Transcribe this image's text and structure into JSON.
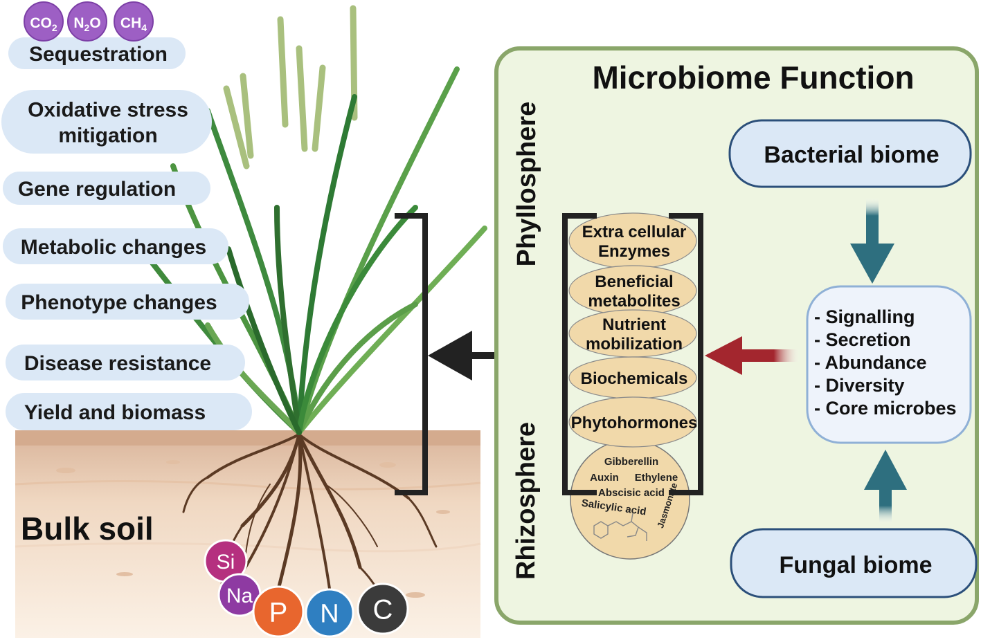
{
  "gases": [
    {
      "main": "CO",
      "sub": "2"
    },
    {
      "main": "N",
      "sub": "2",
      "tail": "O"
    },
    {
      "main": "CH",
      "sub": "4"
    }
  ],
  "benefits": [
    {
      "lines": [
        "Sequestration"
      ]
    },
    {
      "lines": [
        "Oxidative stress",
        "mitigation"
      ]
    },
    {
      "lines": [
        "Gene regulation"
      ]
    },
    {
      "lines": [
        "Metabolic changes"
      ]
    },
    {
      "lines": [
        "Phenotype changes"
      ]
    },
    {
      "lines": [
        "Disease resistance"
      ]
    },
    {
      "lines": [
        "Yield and biomass"
      ]
    }
  ],
  "soil_label": "Bulk soil",
  "nutrients": [
    {
      "symbol": "Si",
      "color": "#b5307f"
    },
    {
      "symbol": "Na",
      "color": "#8e3aa2"
    },
    {
      "symbol": "P",
      "color": "#e8662e"
    },
    {
      "symbol": "N",
      "color": "#2f7fc1"
    },
    {
      "symbol": "C",
      "color": "#3b3b3b"
    }
  ],
  "panel": {
    "title": "Microbiome Function",
    "phyllosphere": "Phyllosphere",
    "rhizosphere": "Rhizosphere",
    "bacterial": "Bacterial biome",
    "fungal": "Fungal biome",
    "functions": [
      "- Signalling",
      "- Secretion",
      "- Abundance",
      "- Diversity",
      "- Core microbes"
    ],
    "products": [
      {
        "lines": [
          "Extra cellular",
          "Enzymes"
        ]
      },
      {
        "lines": [
          "Beneficial",
          "metabolites"
        ]
      },
      {
        "lines": [
          "Nutrient",
          "mobilization"
        ]
      },
      {
        "lines": [
          "Biochemicals"
        ]
      },
      {
        "lines": [
          "Phytohormones"
        ]
      }
    ],
    "hormones": [
      "Gibberellin",
      "Auxin",
      "Ethylene",
      "Abscisic acid",
      "Salicylic acid",
      "Jasmonate"
    ]
  },
  "colors": {
    "pill": "#dbe8f6",
    "panel_bg": "#eef5e1",
    "panel_border": "#8aa66a",
    "ellipse": "#f1d9aa",
    "teal_arrow": "#2e6f7f",
    "red_arrow": "#a3262e",
    "bracket": "#222222",
    "connector": "#a86a2a"
  }
}
